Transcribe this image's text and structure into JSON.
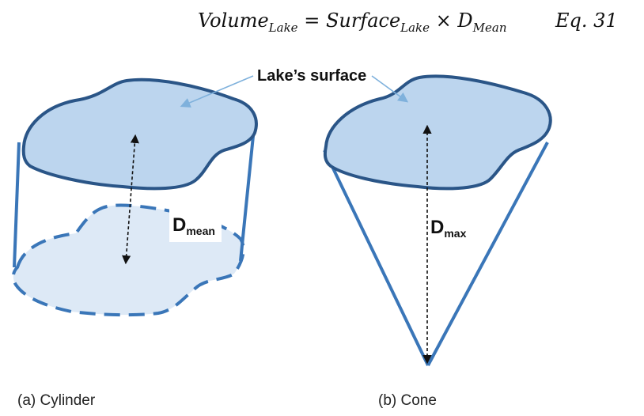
{
  "equation": {
    "lhs": "Volume",
    "lhs_sub": "Lake",
    "equals": "=",
    "term1": "Surface",
    "term1_sub": "Lake",
    "times": "×",
    "term2": "D",
    "term2_sub": "Mean",
    "number": "Eq. 31"
  },
  "diagram": {
    "surface_label": "Lake’s surface",
    "d_mean_label": "D",
    "d_mean_sub": "mean",
    "d_max_label": "D",
    "d_max_sub": "max",
    "colors": {
      "outline": "#2a5587",
      "side": "#3a76b8",
      "surface_fill": "#bcd5ee",
      "bottom_fill": "#dde9f6",
      "label_arrow": "#7fb1dc"
    }
  },
  "captions": {
    "a": "(a)  Cylinder",
    "b": "(b)  Cone"
  }
}
